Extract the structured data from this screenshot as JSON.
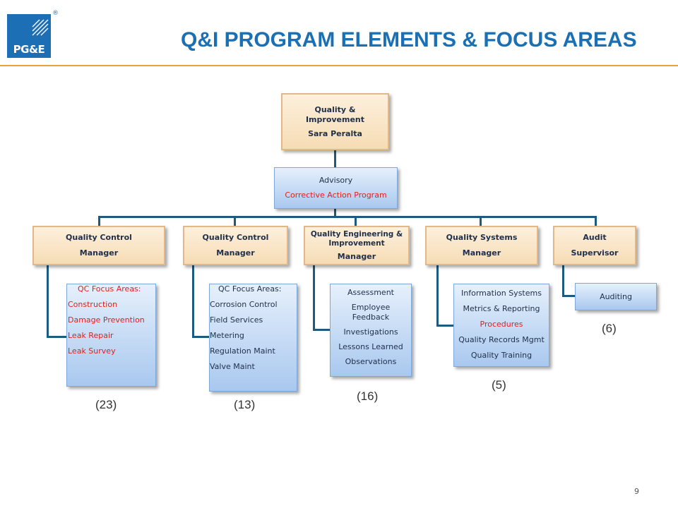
{
  "header": {
    "logo_text": "PG&E",
    "registered": "®",
    "title": "Q&I PROGRAM ELEMENTS & FOCUS AREAS"
  },
  "top": {
    "title": "Quality & Improvement",
    "name": "Sara Peralta"
  },
  "advisory": {
    "label": "Advisory",
    "program": "Corrective Action Program"
  },
  "managers": [
    {
      "title": "Quality Control",
      "role": "Manager"
    },
    {
      "title": "Quality Control",
      "role": "Manager"
    },
    {
      "title": "Quality Engineering & Improvement",
      "role": "Manager"
    },
    {
      "title": "Quality Systems",
      "role": "Manager"
    },
    {
      "title": "Audit",
      "role": "Supervisor"
    }
  ],
  "focus": {
    "qc1": {
      "header": "QC Focus Areas:",
      "items": [
        "Construction",
        "Damage Prevention",
        "Leak Repair",
        "Leak Survey"
      ]
    },
    "qc2": {
      "header": "QC Focus Areas:",
      "items": [
        "Corrosion Control",
        "Field Services",
        "Metering",
        "Regulation Maint",
        "Valve Maint"
      ]
    },
    "qe": {
      "items": [
        "Assessment",
        "Employee Feedback",
        "Investigations",
        "Lessons Learned",
        "Observations"
      ]
    },
    "qs": {
      "items": [
        "Information Systems",
        "Metrics & Reporting",
        "Procedures",
        "Quality Records Mgmt",
        "Quality Training"
      ]
    },
    "audit": {
      "items": [
        "Auditing"
      ]
    }
  },
  "counts": [
    "(23)",
    "(13)",
    "(16)",
    "(5)",
    "(6)"
  ],
  "page_number": "9",
  "colors": {
    "title": "#1b6fb3",
    "accent_rule": "#f0a030",
    "highlight": "#e0201c",
    "connector": "#1d5a7f"
  }
}
